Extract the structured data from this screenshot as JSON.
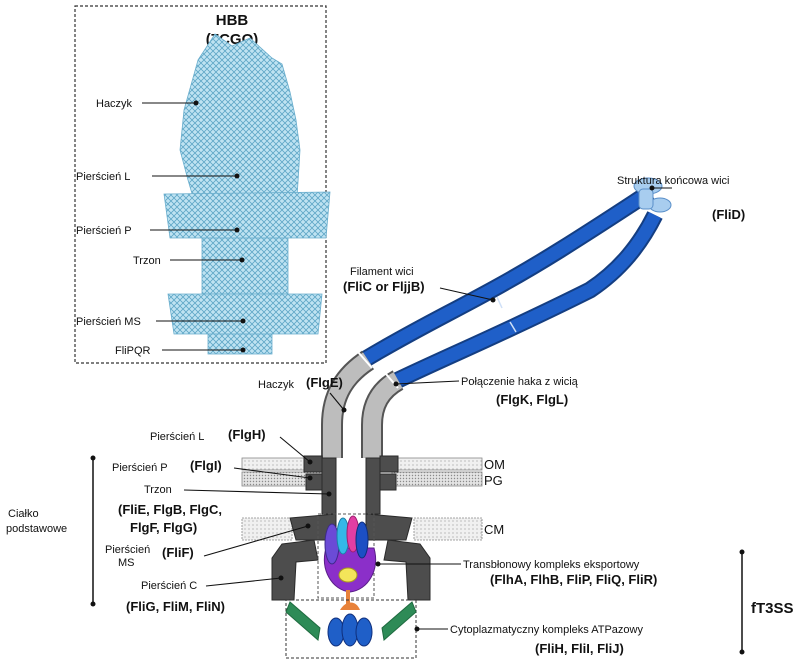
{
  "inset": {
    "title": "HBB",
    "pdb": "(7CGO)",
    "labels": [
      "Haczyk",
      "Pierścień L",
      "Pierścień P",
      "Trzon",
      "Pierścień MS",
      "FliPQR"
    ]
  },
  "main": {
    "tip": {
      "name": "Struktura końcowa wici",
      "protein": "(FliD)"
    },
    "filament": {
      "name": "Filament wici",
      "protein": "(FliC or FljjB)"
    },
    "hook": {
      "name": "Haczyk",
      "protein": "(FlgE)"
    },
    "junction": {
      "name": "Połączenie haka z wicią",
      "protein": "(FlgK, FlgL)"
    },
    "l_ring": {
      "name": "Pierścień L",
      "protein": "(FlgH)"
    },
    "p_ring": {
      "name": "Pierścień P",
      "protein": "(FlgI)"
    },
    "rod": {
      "name": "Trzon",
      "protein_line1": "(FliE, FlgB, FlgC,",
      "protein_line2": "FlgF, FlgG)"
    },
    "ms_ring": {
      "name_line1": "Pierścień",
      "name_line2": "MS",
      "protein": "(FliF)"
    },
    "c_ring": {
      "name": "Pierścień C",
      "protein": "(FliG, FliM, FliN)"
    },
    "export": {
      "name": "Transbłonowy kompleks eksportowy",
      "protein": "(FlhA, FlhB, FliP, FliQ, FliR)"
    },
    "atpase": {
      "name": "Cytoplazmatyczny kompleks ATPazowy",
      "protein": "(FliH, FliI, FliJ)"
    },
    "membranes": {
      "om": "OM",
      "pg": "PG",
      "cm": "CM"
    },
    "basal_body": {
      "line1": "Ciałko",
      "line2": "podstawowe"
    },
    "ft3ss": "fT3SS"
  },
  "colors": {
    "filament": "#1f5fc8",
    "hook": "#b9b9b9",
    "ring": "#4d4d4d",
    "inset_structure": "#8ecae6",
    "green": "#2e8b57",
    "orange": "#e8823a"
  }
}
